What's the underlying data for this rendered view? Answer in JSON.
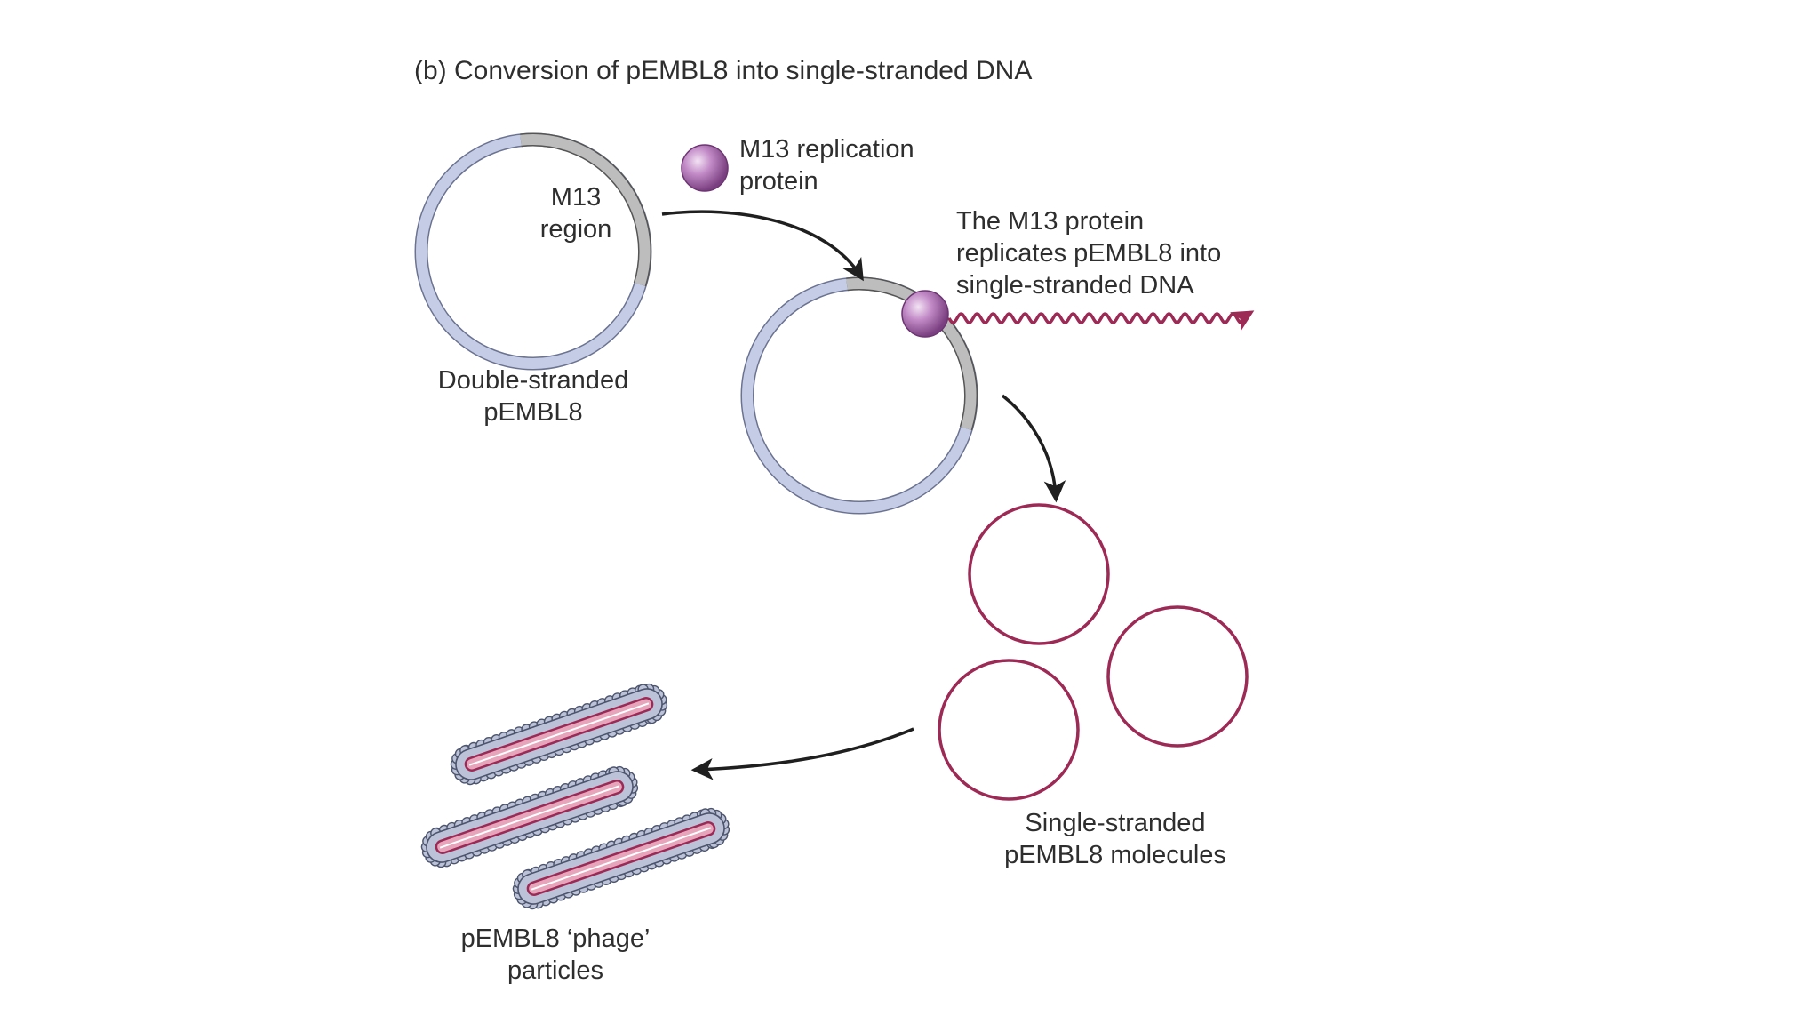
{
  "figure": {
    "title": "(b) Conversion of pEMBL8 into single-stranded DNA"
  },
  "labels": {
    "m13_region_line1": "M13",
    "m13_region_line2": "region",
    "double_stranded_line1": "Double-stranded",
    "double_stranded_line2": "pEMBL8",
    "replication_protein_line1": "M13 replication",
    "replication_protein_line2": "protein",
    "replicates_line1": "The M13 protein",
    "replicates_line2": "replicates pEMBL8 into",
    "replicates_line3": "single-stranded DNA",
    "single_stranded_line1": "Single-stranded",
    "single_stranded_line2": "pEMBL8 molecules",
    "phage_line1": "pEMBL8 ‘phage’",
    "phage_line2": "particles"
  },
  "colors": {
    "plasmid_fill": "#c5cde6",
    "plasmid_edge": "#6b7391",
    "m13_region_fill": "#bdbdbd",
    "m13_region_edge": "#555555",
    "ssdna": "#9c2a55",
    "protein": "#b27ab7",
    "arrow": "#1f1f1f",
    "phage_coat": "#bcc3d8",
    "phage_core": "#e7a5bc"
  }
}
